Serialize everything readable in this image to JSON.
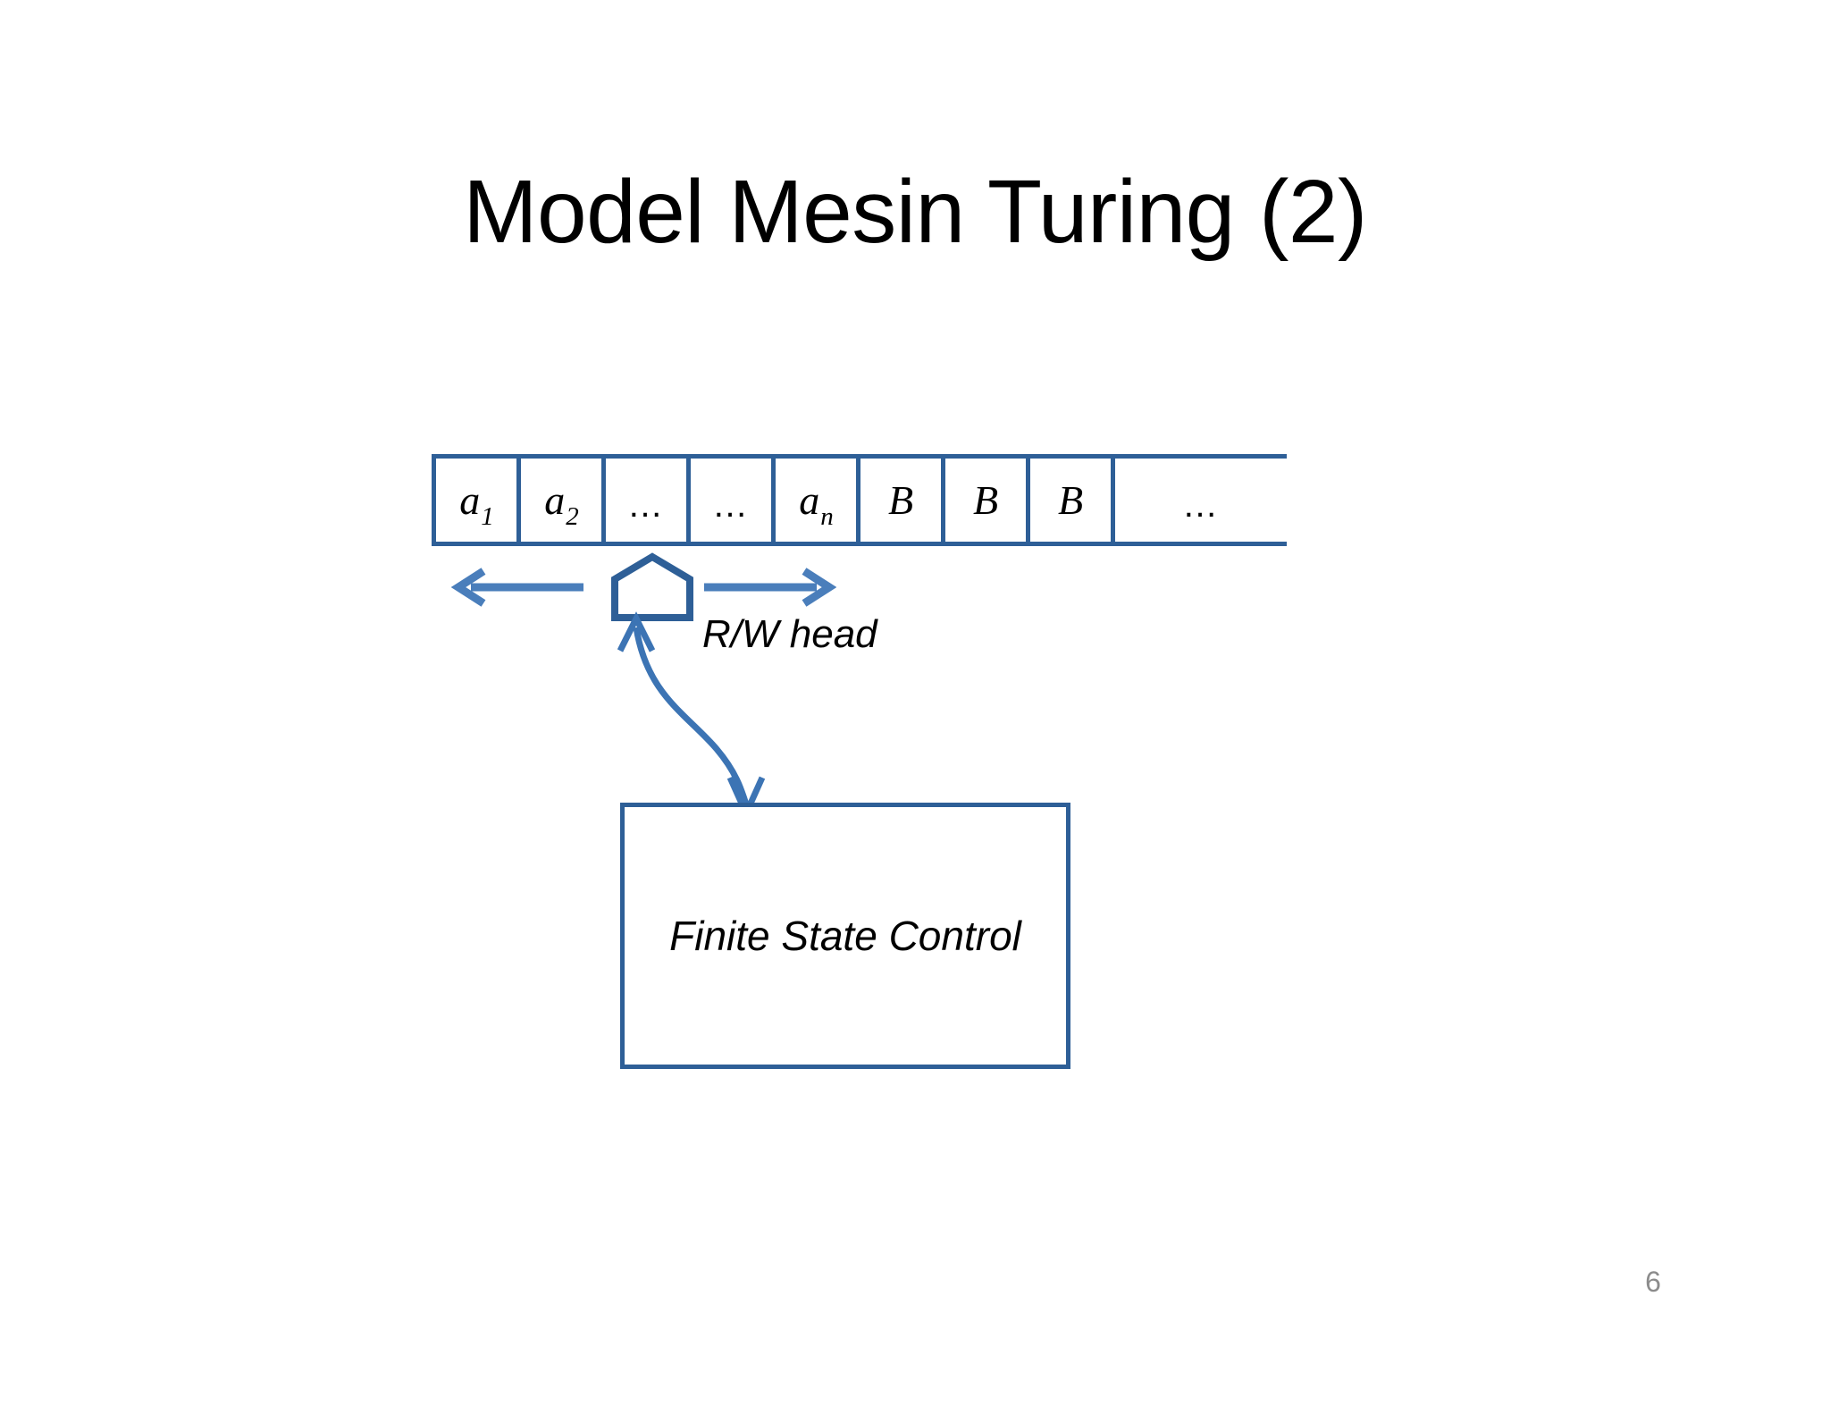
{
  "slide": {
    "title": "Model Mesin Turing (2)",
    "page_number": "6",
    "accent_color": "#2E5F97",
    "arrow_color": "#4A7EBB",
    "page_number_color": "#8C8C8C",
    "background_color": "#FFFFFF"
  },
  "diagram": {
    "type": "turing-machine-model",
    "tape": {
      "name": "tape",
      "open_ended_right": true,
      "cells": [
        {
          "base": "a",
          "sub": "1",
          "text": "a1"
        },
        {
          "base": "a",
          "sub": "2",
          "text": "a2"
        },
        {
          "base": "…",
          "sub": "",
          "text": "…"
        },
        {
          "base": "…",
          "sub": "",
          "text": "…"
        },
        {
          "base": "a",
          "sub": "n",
          "text": "an"
        },
        {
          "base": "B",
          "sub": "",
          "text": "B"
        },
        {
          "base": "B",
          "sub": "",
          "text": "B"
        },
        {
          "base": "B",
          "sub": "",
          "text": "B"
        },
        {
          "base": "…",
          "sub": "",
          "text": "…"
        }
      ]
    },
    "head": {
      "label": "R/W head",
      "shape": "pentagon",
      "move_left_label": "",
      "move_right_label": ""
    },
    "control": {
      "label": "Finite State Control"
    }
  }
}
